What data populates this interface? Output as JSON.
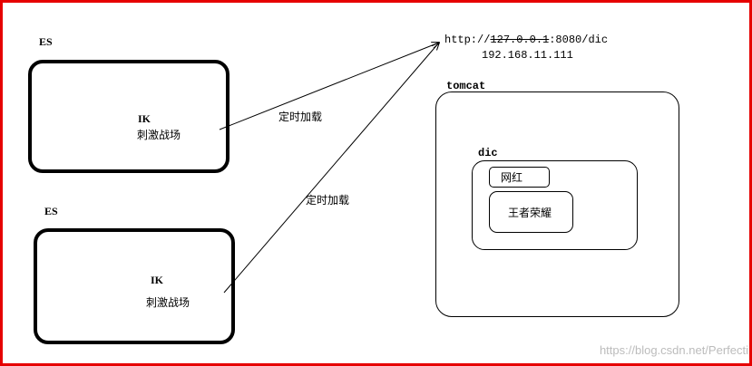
{
  "es_top": {
    "label": "ES",
    "ik": "IK",
    "word": "刺激战场"
  },
  "es_bottom": {
    "label": "ES",
    "ik": "IK",
    "word": "刺激战场"
  },
  "arrows": {
    "top_label": "定时加载",
    "bottom_label": "定时加载"
  },
  "url": {
    "prefix": "http://",
    "struck": "127.0.0.1",
    "suffix": ":8080/dic",
    "ip": "192.168.11.111"
  },
  "tomcat": {
    "label": "tomcat",
    "dic": {
      "label": "dic",
      "item1": "网红",
      "item2": "王者荣耀"
    }
  },
  "watermark": "https://blog.csdn.net/Perfecti",
  "colors": {
    "frame": "#e60000",
    "stroke": "#000000",
    "watermark": "#bcbcbc"
  }
}
